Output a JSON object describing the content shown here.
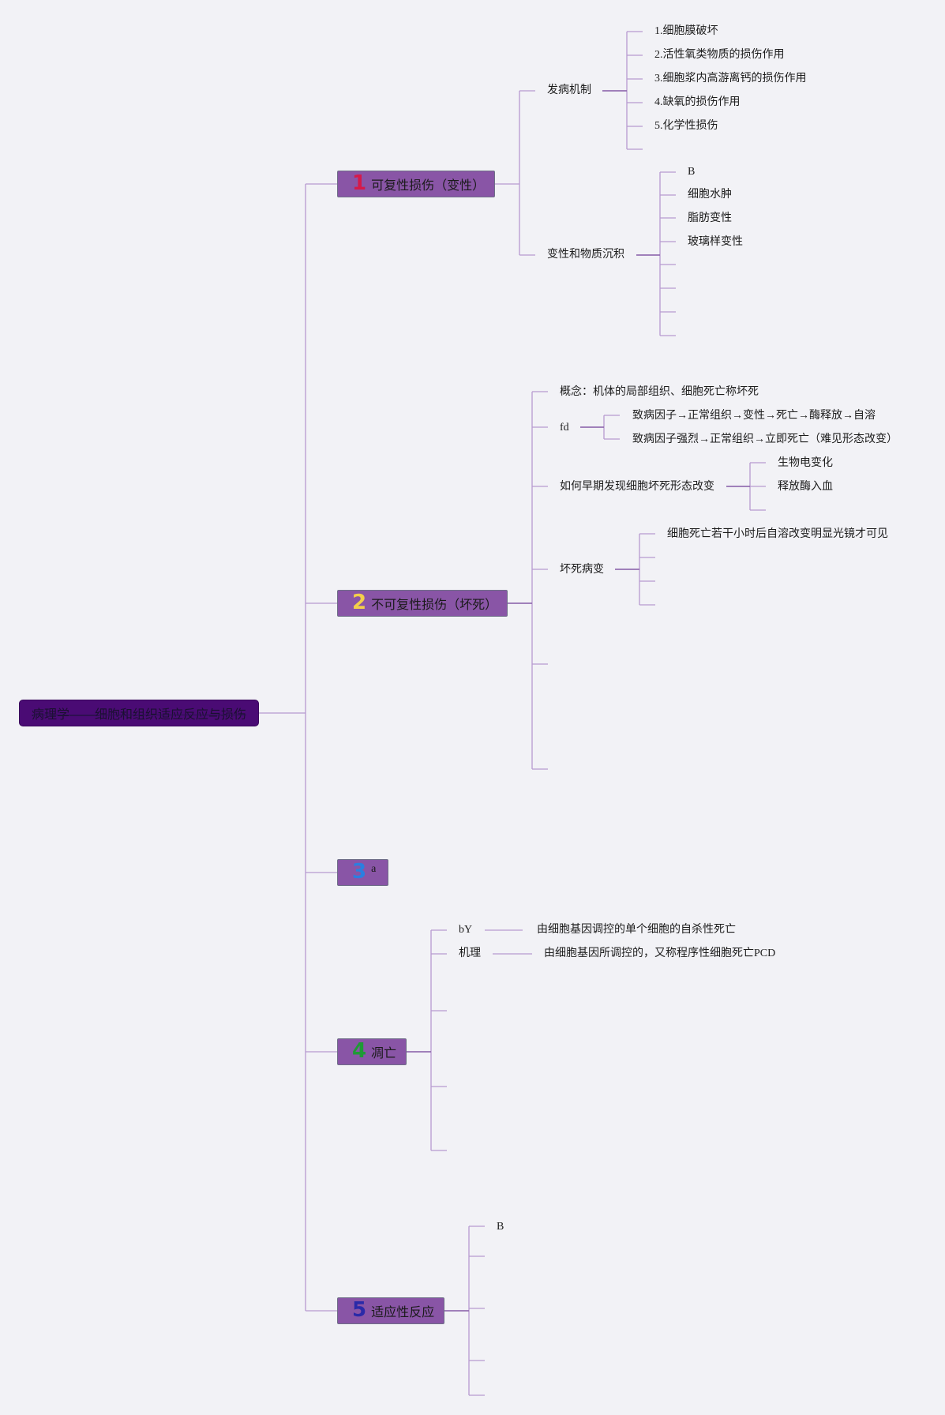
{
  "root": {
    "label": "病理学——细胞和组织适应反应与损伤"
  },
  "branches": [
    {
      "num": "1",
      "num_color": "#d51a4a",
      "label": "可复性损伤（变性）"
    },
    {
      "num": "2",
      "num_color": "#f3cf4a",
      "label": "不可复性损伤（坏死）"
    },
    {
      "num": "3",
      "num_color": "#2b7fe0",
      "label": "a"
    },
    {
      "num": "4",
      "num_color": "#1e9a35",
      "label": "凋亡"
    },
    {
      "num": "5",
      "num_color": "#2a2aa8",
      "label": "适应性反应"
    }
  ],
  "b1": {
    "mechanism": {
      "label": "发病机制",
      "items": [
        "1.细胞膜破坏",
        "2.活性氧类物质的损伤作用",
        "3.细胞浆内高游离钙的损伤作用",
        "4.缺氧的损伤作用",
        "5.化学性损伤"
      ]
    },
    "deposit": {
      "label": "变性和物质沉积",
      "items": [
        "B",
        "细胞水肿",
        "脂肪变性",
        "玻璃样变性"
      ]
    }
  },
  "b2": {
    "concept": "概念：机体的局部组织、细胞死亡称坏死",
    "fd": {
      "label": "fd",
      "items": [
        "致病因子→正常组织→变性→死亡→酶释放→自溶",
        "致病因子强烈→正常组织→立即死亡（难见形态改变）"
      ]
    },
    "early": {
      "label": "如何早期发现细胞坏死形态改变",
      "items": [
        "生物电变化",
        "释放酶入血"
      ]
    },
    "lesion": {
      "label": "坏死病变",
      "items": [
        "细胞死亡若干小时后自溶改变明显光镜才可见"
      ]
    }
  },
  "b4": {
    "by": {
      "label": "bY",
      "value": "由细胞基因调控的单个细胞的自杀性死亡"
    },
    "mech": {
      "label": "机理",
      "value": "由细胞基因所调控的，又称程序性细胞死亡PCD"
    }
  },
  "b5": {
    "items": [
      "B"
    ]
  },
  "colors": {
    "line": "#b79ad0",
    "line_dark": "#8a62aa",
    "box": "#8955a6",
    "root": "#4a0b74"
  }
}
